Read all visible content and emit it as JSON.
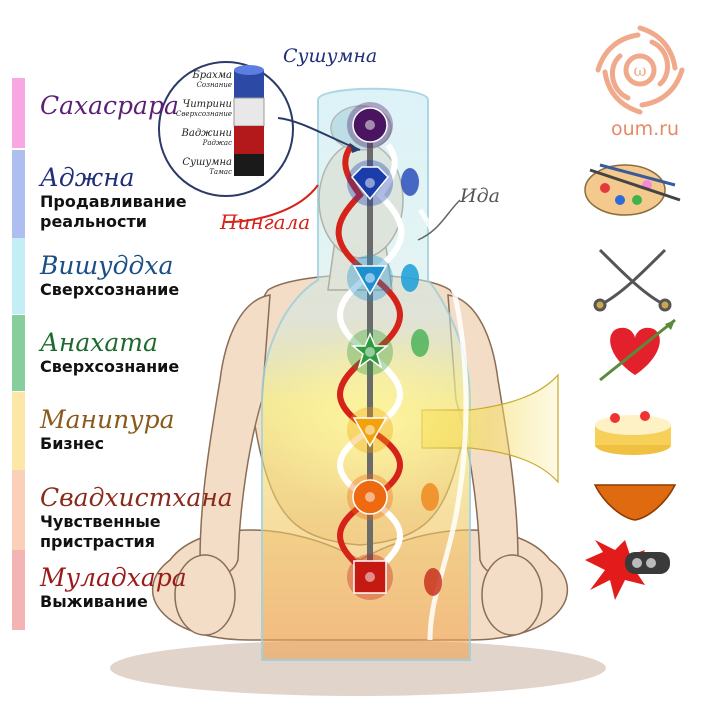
{
  "logo": {
    "text": "oum.ru"
  },
  "channels": {
    "sushumna": "Сушумна",
    "ida": "Ида",
    "pingala": "Пингала"
  },
  "inset_layers": [
    {
      "name": "Брахма",
      "sub": "Сознание"
    },
    {
      "name": "Читрини",
      "sub": "Сверхсознание"
    },
    {
      "name": "Ваджини",
      "sub": "Раджас"
    },
    {
      "name": "Сушумна",
      "sub": "Тамас"
    }
  ],
  "chakras": [
    {
      "name": "Сахасрара",
      "desc": "",
      "name_color": "#5b1f73",
      "bar_color": "#f7a8e3",
      "core": "#4a1460",
      "shape": "flower"
    },
    {
      "name": "Аджна",
      "desc": "Продавливание реальности",
      "name_color": "#1f2f7a",
      "bar_color": "#aebef0",
      "core": "#1b3dab",
      "shape": "diamond"
    },
    {
      "name": "Вишуддха",
      "desc": "Сверхсознание",
      "name_color": "#1a4f85",
      "bar_color": "#c4eef6",
      "core": "#1b8fd0",
      "shape": "triangle"
    },
    {
      "name": "Анахата",
      "desc": "Сверхсознание",
      "name_color": "#1e6a2e",
      "bar_color": "#86cf9c",
      "core": "#2e9b3c",
      "shape": "star"
    },
    {
      "name": "Манипура",
      "desc": "Бизнес",
      "name_color": "#8a5a1a",
      "bar_color": "#fde7a6",
      "core": "#f2a20b",
      "shape": "triangle"
    },
    {
      "name": "Свадхистхана",
      "desc": "Чувственные пристрастия",
      "name_color": "#8a2a1a",
      "bar_color": "#fbd0b8",
      "core": "#ee6a10",
      "shape": "circle"
    },
    {
      "name": "Муладхара",
      "desc": "Выживание",
      "name_color": "#9a1b1b",
      "bar_color": "#f5b4b4",
      "core": "#c41a12",
      "shape": "square"
    }
  ],
  "icons": [
    "art-palette-icon",
    "crossed-sabres-icon",
    "heart-arrow-icon",
    "cake-icon",
    "underwear-icon",
    "brass-knuckles-icon"
  ],
  "colors": {
    "pingala": "#d5231a",
    "ida": "#ffffff",
    "tube": "#bfe6f0",
    "body": "#f3ddc6",
    "body_outline": "#8a6d57",
    "logo": "#f0a98a"
  }
}
